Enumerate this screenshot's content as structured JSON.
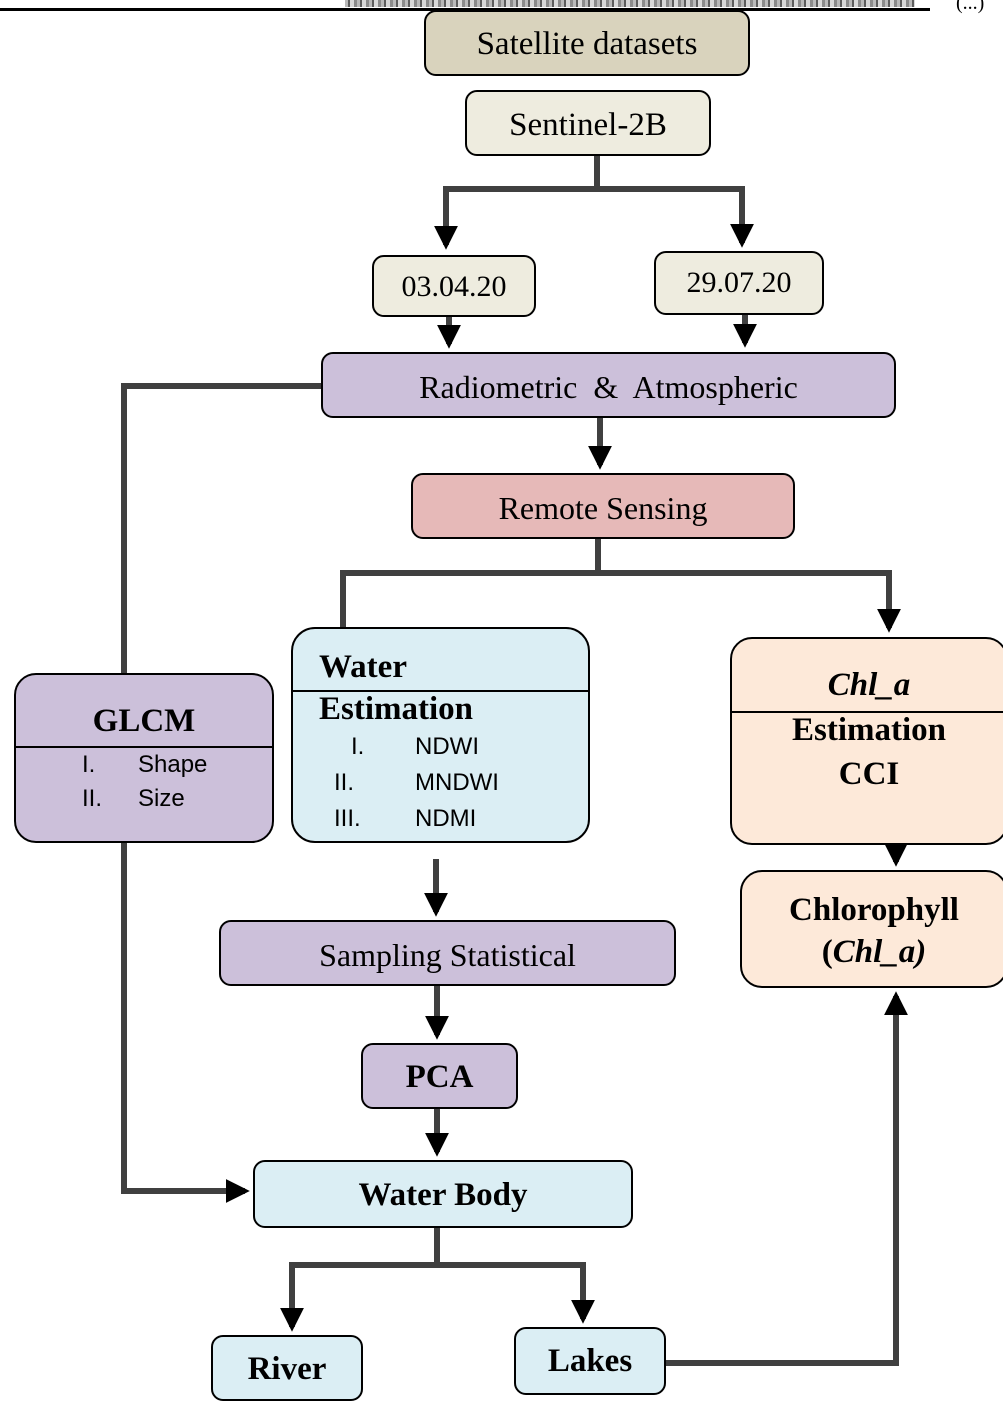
{
  "header": {
    "corner_text": "(...)"
  },
  "nodes": {
    "satellite": {
      "label": "Satellite datasets"
    },
    "sentinel": {
      "label": "Sentinel-2B"
    },
    "date1": {
      "label": "03.04.20"
    },
    "date2": {
      "label": "29.07.20"
    },
    "radiometric": {
      "label": "Radiometric  &  Atmospheric"
    },
    "remote": {
      "label": "Remote Sensing"
    },
    "glcm": {
      "title": "GLCM",
      "items": [
        {
          "num": "I.",
          "text": "Shape"
        },
        {
          "num": "II.",
          "text": "Size"
        }
      ]
    },
    "water_est": {
      "title_line1": "Water",
      "title_line2": "Estimation",
      "items": [
        {
          "num": "I.",
          "text": "NDWI"
        },
        {
          "num": "II.",
          "text": "MNDWI"
        },
        {
          "num": "III.",
          "text": "NDMI"
        }
      ]
    },
    "chl_est": {
      "title_line1": "Chl_a",
      "title_line2": "Estimation",
      "title_line3": "CCI"
    },
    "chlorophyll": {
      "line1": "Chlorophyll",
      "line2_open": "(",
      "line2_italic": "Chl_a)"
    },
    "sampling": {
      "label": "Sampling Statistical"
    },
    "pca": {
      "label": "PCA"
    },
    "water_body": {
      "label": "Water Body"
    },
    "river": {
      "label": "River"
    },
    "lakes": {
      "label": "Lakes"
    }
  },
  "colors": {
    "satellite_fill": "#d9d3bd",
    "sentinel_fill": "#eeecdf",
    "date_fill": "#eeecdf",
    "purple_fill": "#ccc0da",
    "red_fill": "#e6b9b8",
    "blue_fill": "#dbeef4",
    "peach_fill": "#fde9d9",
    "connector": "#404040"
  }
}
